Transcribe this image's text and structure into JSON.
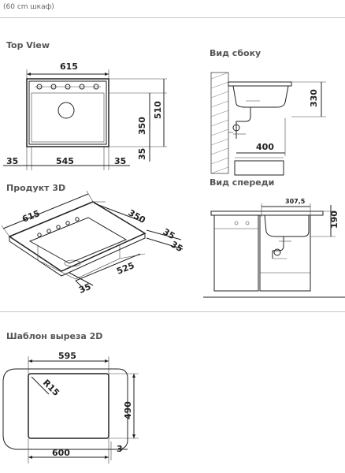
{
  "header": {
    "subtitle": "(60 cm шкаф)"
  },
  "sections": {
    "top_view": "Top View",
    "side_view": "Вид сбоку",
    "product_3d": "Продукт 3D",
    "front_view": "Вид спереди",
    "cutout_2d": "Шаблон выреза 2D"
  },
  "top_view": {
    "width": "615",
    "depth": "510",
    "bowl_depth": "350",
    "bottom_margin": "35",
    "left_margin": "35",
    "bowl_width": "545",
    "right_margin": "35"
  },
  "side_view": {
    "height": "330",
    "depth": "400"
  },
  "product_3d": {
    "width": "615",
    "bowl_depth": "350",
    "margin_right": "35",
    "margin_right_2": "35",
    "bowl_length": "525",
    "margin_front": "35"
  },
  "front_view": {
    "offset": "307,5",
    "height": "190"
  },
  "cutout_2d": {
    "width": "595",
    "radius": "R15",
    "depth": "490",
    "outer_width": "600",
    "gap": "3"
  }
}
